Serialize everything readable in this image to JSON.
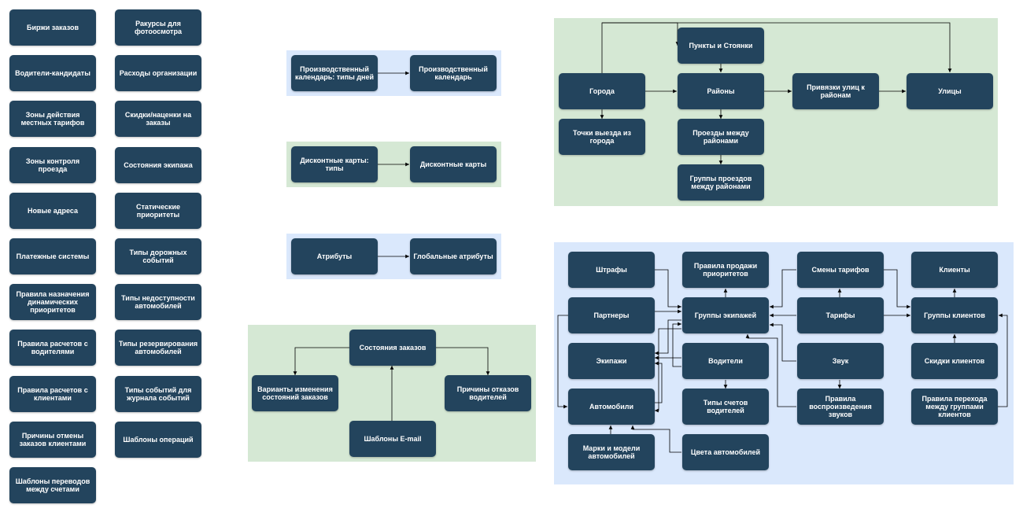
{
  "colors": {
    "node_fill": "#23445d",
    "node_text": "#ffffff",
    "group_green": "#d5e8d4",
    "group_blue": "#dae8fc",
    "edge": "#000000"
  },
  "standalone": {
    "col1": [
      "Биржи заказов",
      "Водители-кандидаты",
      "Зоны действия местных тарифов",
      "Зоны контроля проезда",
      "Новые адреса",
      "Платежные системы",
      "Правила назначения динамических приоритетов",
      "Правила расчетов с водителями",
      "Правила расчетов с клиентами",
      "Причины отмены заказов клиентами",
      "Шаблоны переводов между счетами"
    ],
    "col2": [
      "Ракурсы для фотоосмотра",
      "Расходы организации",
      "Скидки/наценки на заказы",
      "Состояния экипажа",
      "Статические приоритеты",
      "Типы дорожных событий",
      "Типы недоступности автомобилей",
      "Типы резервирования автомобилей",
      "Типы событий для журнала событий",
      "Шаблоны операций"
    ]
  },
  "calendar": {
    "types": "Производственный календарь: типы дней",
    "calendar": "Производственный календарь"
  },
  "discount": {
    "types": "Дисконтные карты: типы",
    "cards": "Дисконтные карты"
  },
  "attributes": {
    "attrs": "Атрибуты",
    "global": "Глобальные атрибуты"
  },
  "orders": {
    "states": "Состояния заказов",
    "variants": "Варианты изменения состояний заказов",
    "reasons": "Причины отказов водителей",
    "email": "Шаблоны E-mail"
  },
  "geo": {
    "points": "Пункты и Стоянки",
    "cities": "Города",
    "districts": "Районы",
    "bindings": "Привязки улиц к районам",
    "streets": "Улицы",
    "exits": "Точки выезда из города",
    "passages": "Проезды между районами",
    "passage_groups": "Группы проездов между районами"
  },
  "fleet": {
    "fines": "Штрафы",
    "priority_rules": "Правила продажи приоритетов",
    "tariff_changes": "Смены тарифов",
    "clients": "Клиенты",
    "partners": "Партнеры",
    "crew_groups": "Группы экипажей",
    "tariffs": "Тарифы",
    "client_groups": "Группы клиентов",
    "crews": "Экипажи",
    "drivers": "Водители",
    "sound": "Звук",
    "client_discounts": "Скидки клиентов",
    "cars": "Автомобили",
    "driver_accounts": "Типы счетов водителей",
    "sound_rules": "Правила воспроизведения звуков",
    "group_rules": "Правила перехода между группами клиентов",
    "car_models": "Марки и модели автомобилей",
    "car_colors": "Цвета автомобилей"
  }
}
